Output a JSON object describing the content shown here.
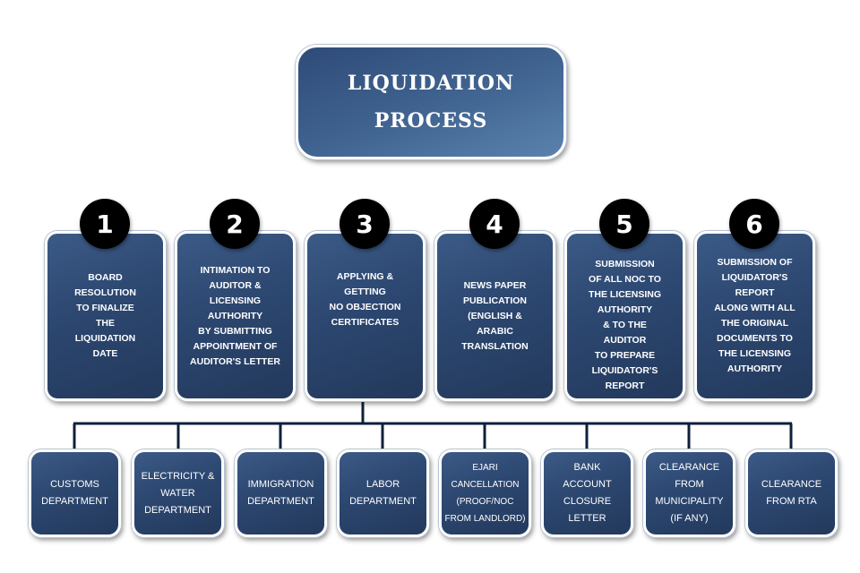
{
  "title": "LIQUIDATION\nPROCESS",
  "steps": [
    {
      "number": "1",
      "text": "BOARD\nRESOLUTION\nTO FINALIZE\nTHE\nLIQUIDATION\nDATE"
    },
    {
      "number": "2",
      "text": "INTIMATION TO\nAUDITOR & LICENSING\nAUTHORITY\nBY SUBMITTING\nAPPOINTMENT OF\nAUDITOR'S LETTER"
    },
    {
      "number": "3",
      "text": "APPLYING &\nGETTING\nNO OBJECTION\nCERTIFICATES"
    },
    {
      "number": "4",
      "text": "NEWS PAPER\nPUBLICATION\n(ENGLISH &\nARABIC\nTRANSLATION"
    },
    {
      "number": "5",
      "text": "SUBMISSION\nOF ALL NOC TO\nTHE LICENSING\nAUTHORITY\n& TO THE\nAUDITOR\nTO PREPARE\nLIQUIDATOR'S\nREPORT"
    },
    {
      "number": "6",
      "text": "SUBMISSION OF\nLIQUIDATOR'S REPORT\nALONG WITH ALL\nTHE ORIGINAL\nDOCUMENTS TO\nTHE LICENSING\nAUTHORITY"
    }
  ],
  "departments": [
    "CUSTOMS\nDEPARTMENT",
    "ELECTRICITY &\nWATER\nDEPARTMENT",
    "IMMIGRATION\nDEPARTMENT",
    "LABOR\nDEPARTMENT",
    "EJARI\nCANCELLATION\n(PROOF/NOC\nFROM LANDLORD)",
    "BANK\nACCOUNT\nCLOSURE\nLETTER",
    "CLEARANCE\nFROM\nMUNICIPALITY\n(IF ANY)",
    "CLEARANCE\nFROM RTA"
  ]
}
